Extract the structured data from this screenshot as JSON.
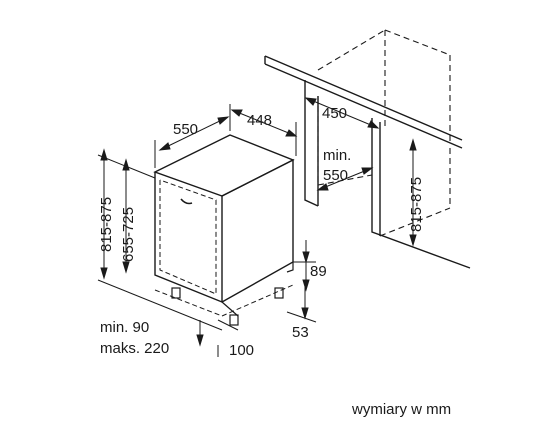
{
  "dimensions": {
    "appliance_width": "448",
    "appliance_depth": "550",
    "niche_height_range": "815-875",
    "appliance_height_range": "655-725",
    "niche_width": "450",
    "niche_depth_min_label": "min.",
    "niche_depth_min_value": "550",
    "niche_height_range_right": "815-875",
    "plinth_height": "89",
    "plinth_depth": "53",
    "door_gap_min": "min. 90",
    "door_gap_max": "maks. 220",
    "door_offset": "100"
  },
  "footer": {
    "units_note": "wymiary w mm"
  }
}
